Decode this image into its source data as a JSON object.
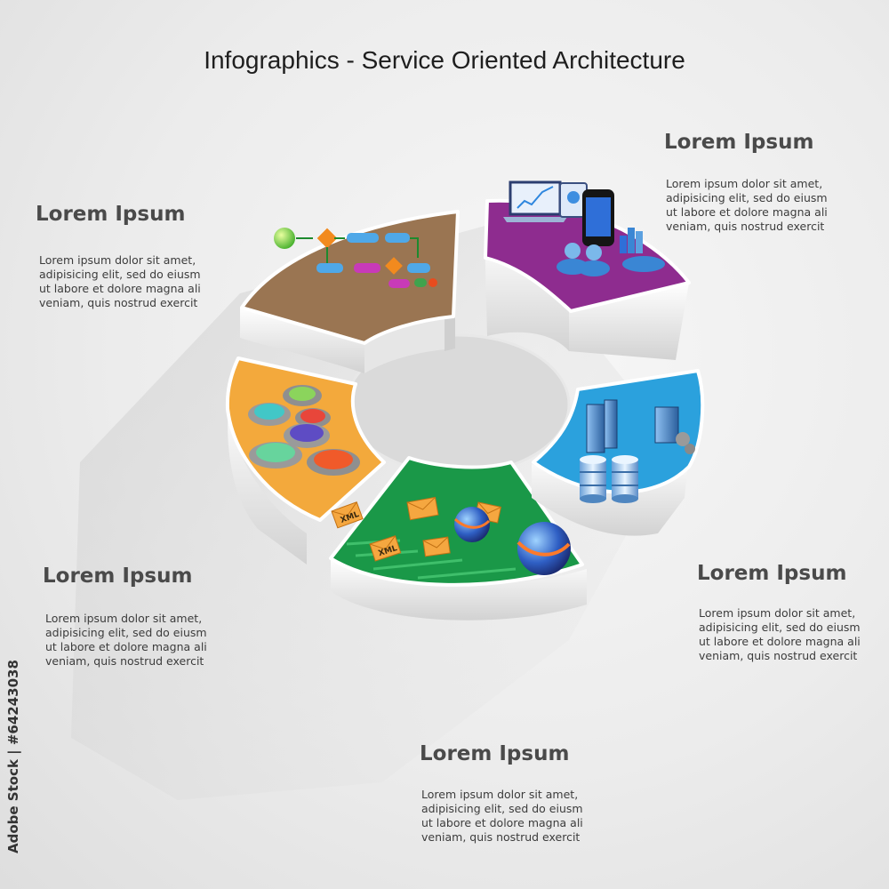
{
  "title": "Infographics - Service Oriented Architecture",
  "watermark_id": "Adobe Stock | #64243038",
  "sections": [
    {
      "id": "process",
      "heading": "Lorem Ipsum",
      "lines": [
        "Lorem ipsum dolor sit amet,",
        "adipisicing elit, sed do eiusm",
        "ut labore et dolore magna ali",
        "veniam, quis nostrud exercit"
      ],
      "color": "#9a7552"
    },
    {
      "id": "devices",
      "heading": "Lorem Ipsum",
      "lines": [
        "Lorem ipsum dolor sit amet,",
        "adipisicing elit, sed do eiusm",
        "ut labore et dolore magna ali",
        "veniam, quis nostrud exercit"
      ],
      "color": "#8e2c8f"
    },
    {
      "id": "servers",
      "heading": "Lorem Ipsum",
      "lines": [
        "Lorem ipsum dolor sit amet,",
        "adipisicing elit, sed do eiusm",
        "ut labore et dolore magna ali",
        "veniam, quis nostrud exercit"
      ],
      "color": "#2ba1dd"
    },
    {
      "id": "messaging",
      "heading": "Lorem Ipsum",
      "lines": [
        "Lorem ipsum dolor sit amet,",
        "adipisicing elit, sed do eiusm",
        "ut labore et dolore magna ali",
        "veniam, quis nostrud exercit"
      ],
      "color": "#1a9848"
    },
    {
      "id": "gears",
      "heading": "Lorem Ipsum",
      "lines": [
        "Lorem ipsum dolor sit amet,",
        "adipisicing elit, sed do eiusm",
        "ut labore et dolore magna ali",
        "veniam, quis nostrud exercit"
      ],
      "color": "#f3a93c"
    }
  ],
  "icon_labels": {
    "xml": "XML"
  }
}
